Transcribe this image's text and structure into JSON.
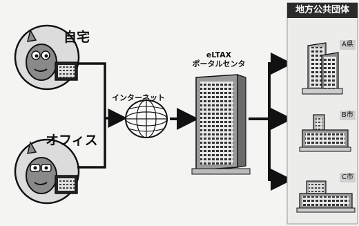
{
  "home": {
    "label": "自宅"
  },
  "office": {
    "label": "オフィス"
  },
  "internet": {
    "label": "インターネット"
  },
  "portal": {
    "line1": "eLTAX",
    "line2": "ポータルセンタ"
  },
  "government": {
    "title": "地方公共団体",
    "entities": [
      {
        "label": "A県"
      },
      {
        "label": "B市"
      },
      {
        "label": "C市"
      }
    ]
  },
  "colors": {
    "ink": "#111111",
    "panel_header": "#2b2b2b",
    "panel_bg": "#ececea",
    "mascot_orange": "#8a8a8a"
  }
}
